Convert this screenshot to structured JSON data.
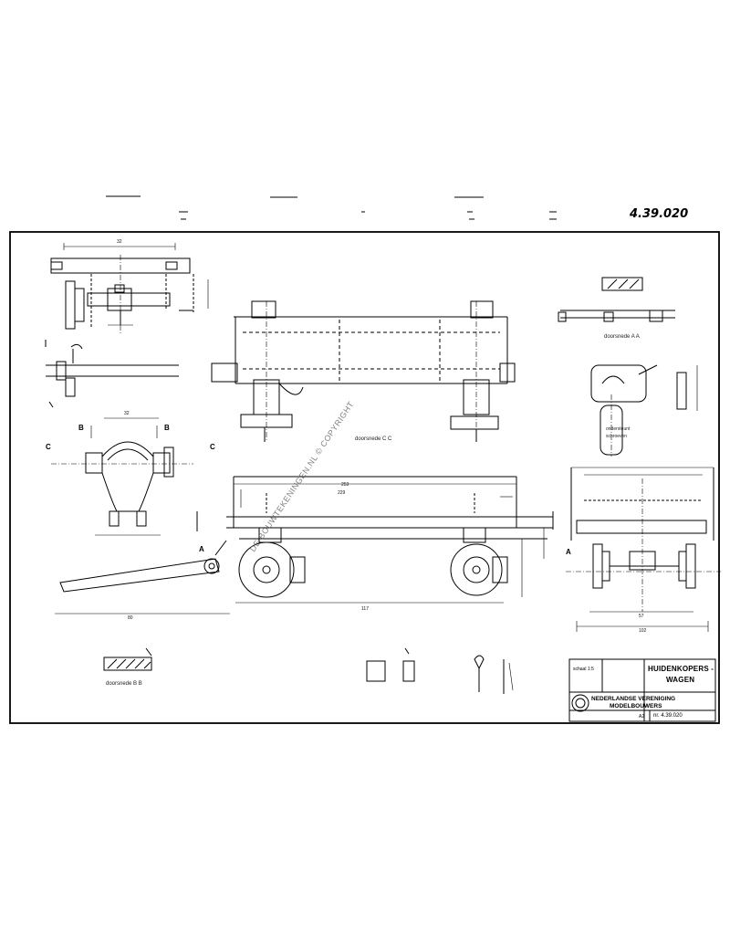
{
  "drawing": {
    "number": "4.39.020",
    "watermark": "DE BOUWTEKENINGEN.NL © COPYRIGHT",
    "views": {
      "doorsnede_cc": "doorsnede C C",
      "doorsnede_aa": "doorsnede A A",
      "doorsnede_bb": "doorsnede B B",
      "section_note": "ondersteunt",
      "section_note2": "schroeven"
    },
    "section_marks": {
      "b_left": "B",
      "b_right": "B",
      "c_left": "C",
      "c_right": "C",
      "a": "A",
      "a_right": "A"
    },
    "dimensions": {
      "top_width": "32",
      "front_width": "32",
      "overall_length_upper": "253",
      "inner_length": "229",
      "overall_length_lower": "117",
      "drawbar_length": "80",
      "side_width_a": "57",
      "side_width_b": "102"
    }
  },
  "title_block": {
    "title_line1": "HUIDENKOPERS -",
    "title_line2": "WAGEN",
    "org_line1": "NEDERLANDSE VERENIGING",
    "org_line2": "MODELBOUWERS",
    "sheet_ref": "A2",
    "number": "nr. 4.39.020",
    "scale_label": "schaal 1:5"
  }
}
